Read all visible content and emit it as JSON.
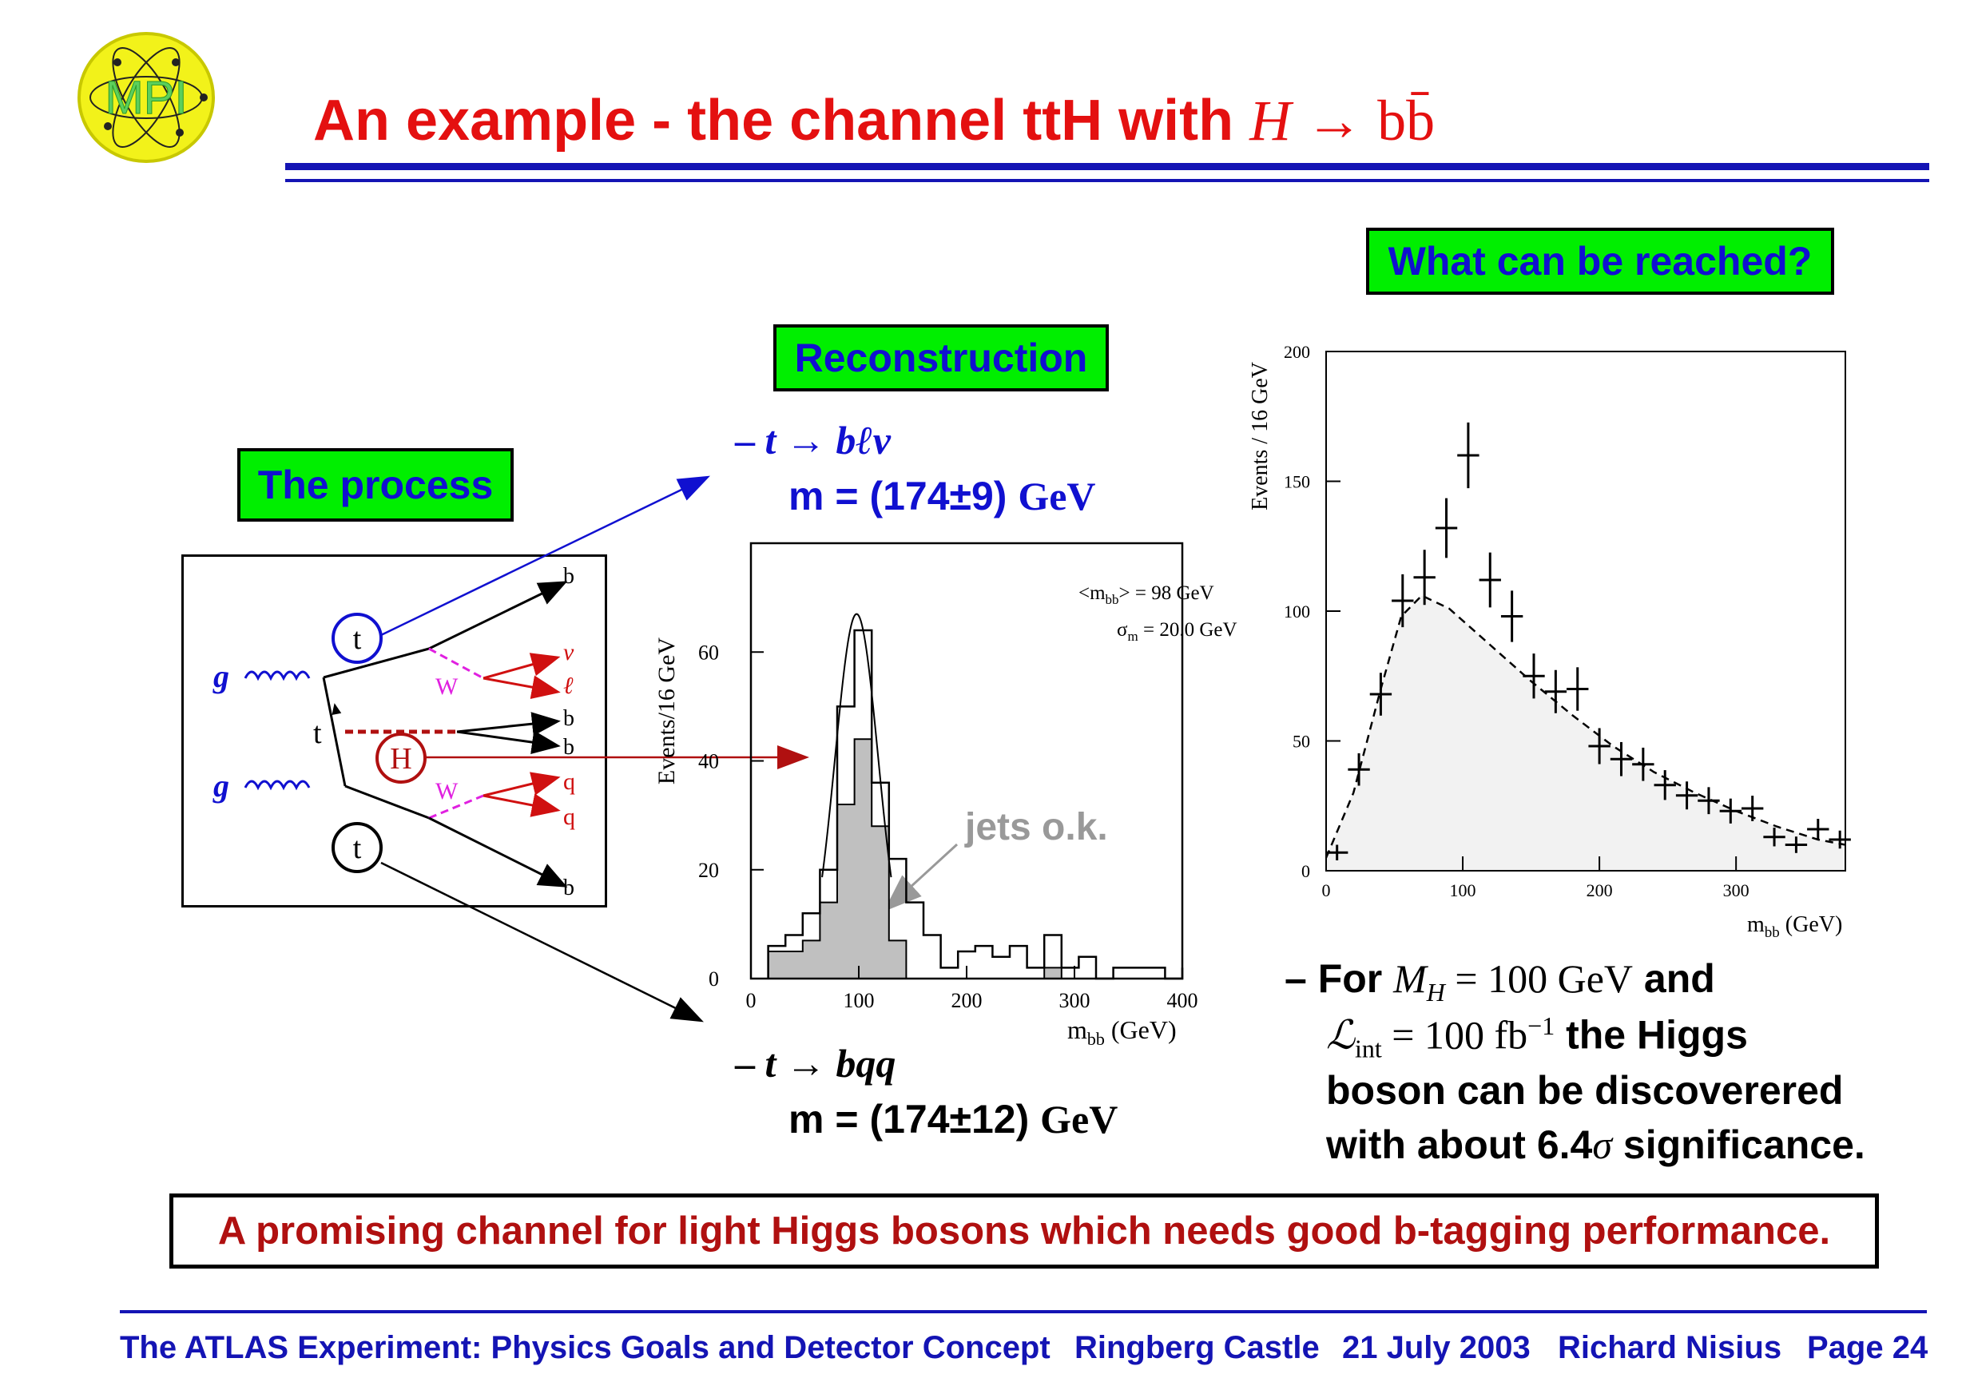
{
  "logo": {
    "text": "MPI",
    "icon": "atom-logo-icon"
  },
  "header": {
    "title_text": "An example - the channel ttH with ",
    "title_math_H": "H",
    "title_math_arrow": " → ",
    "title_math_bb": "bb̄"
  },
  "boxes": {
    "process": "The process",
    "reconstruction": "Reconstruction",
    "reach": "What can be reached?"
  },
  "feynman": {
    "gluon": "g",
    "top": "t",
    "higgs": "H",
    "w": "W",
    "b": "b",
    "nu": "ν",
    "lepton": "ℓ",
    "q": "q"
  },
  "reco": {
    "decay1_prefix": "– ",
    "decay1": "t → bℓν",
    "mass1": "m = (174±9) ",
    "mass_unit": "GeV",
    "decay2_prefix": "– ",
    "decay2": "t → bqq",
    "mass2": "m = (174±12) ",
    "jets_note": "jets o.k."
  },
  "chart_data": [
    {
      "type": "bar",
      "ylabel": "Events/16 GeV",
      "xlabel": "m",
      "xlabel_sub": "bb",
      "xlabel_unit": " (GeV)",
      "xlim": [
        0,
        400
      ],
      "ylim": [
        0,
        80
      ],
      "xticks": [
        "0",
        "100",
        "200",
        "300",
        "400"
      ],
      "yticks": [
        "0",
        "20",
        "40",
        "60"
      ],
      "annotation1_pre": "<m",
      "annotation1_sub": "bb",
      "annotation1_post": "> = 98 GeV",
      "annotation2_pre": "σ",
      "annotation2_sub": "m",
      "annotation2_post": " = 20.0 GeV",
      "bin_edges": [
        16,
        32,
        48,
        64,
        80,
        96,
        112,
        128,
        144,
        160,
        176,
        192,
        208,
        224,
        240,
        256,
        272,
        288,
        304,
        320,
        336,
        352,
        368,
        384,
        400,
        416
      ],
      "series": [
        {
          "values": [
            6,
            8,
            12,
            20,
            50,
            64,
            36,
            22,
            14,
            8,
            2,
            5,
            6,
            4,
            6,
            2,
            8,
            2,
            4,
            0,
            2,
            2,
            2,
            0,
            2
          ]
        },
        {
          "values": [
            5,
            5,
            7,
            14,
            32,
            44,
            28,
            7,
            0,
            0,
            0,
            0,
            0,
            0,
            0,
            0,
            2,
            0,
            0,
            0,
            0,
            0,
            0,
            0,
            0
          ]
        }
      ],
      "fit_gaussian": {
        "mean": 98,
        "sigma": 20.0,
        "peak": 67
      }
    },
    {
      "type": "scatter",
      "ylabel": "Events / 16 GeV",
      "xlabel": "m",
      "xlabel_sub": "bb",
      "xlabel_unit": " (GeV)",
      "xlim": [
        0,
        380
      ],
      "ylim": [
        0,
        200
      ],
      "xticks": [
        "0",
        "100",
        "200",
        "300"
      ],
      "yticks": [
        "0",
        "50",
        "100",
        "150",
        "200"
      ],
      "x": [
        8,
        24,
        40,
        56,
        72,
        88,
        104,
        120,
        136,
        152,
        168,
        184,
        200,
        216,
        232,
        248,
        264,
        280,
        296,
        312,
        328,
        344,
        360,
        376
      ],
      "y": [
        7,
        39,
        68,
        104,
        113,
        132,
        160,
        112,
        98,
        75,
        69,
        70,
        48,
        43,
        41,
        33,
        29,
        27,
        23,
        24,
        13,
        10,
        16,
        12
      ],
      "background_curve": [
        [
          0,
          5
        ],
        [
          20,
          30
        ],
        [
          40,
          70
        ],
        [
          55,
          98
        ],
        [
          70,
          106
        ],
        [
          90,
          101
        ],
        [
          120,
          87
        ],
        [
          150,
          73
        ],
        [
          180,
          60
        ],
        [
          210,
          48
        ],
        [
          240,
          38
        ],
        [
          270,
          30
        ],
        [
          300,
          23
        ],
        [
          330,
          17
        ],
        [
          360,
          12
        ],
        [
          380,
          10
        ]
      ]
    }
  ],
  "reach": {
    "line1_pre": "– For ",
    "line1_math": "M",
    "line1_math_sub": "H",
    "line1_eq": " = 100 GeV",
    "line1_post": " and",
    "line2_math": "ℒ",
    "line2_math_sub": "int",
    "line2_eq": " = 100 fb",
    "line2_sup": "−1",
    "line2_post": " the Higgs",
    "line3": "boson can be discoverered",
    "line4_pre": "with about 6.4",
    "line4_sigma": "σ",
    "line4_post": " significance."
  },
  "banner": "A promising channel for light Higgs bosons which needs good b-tagging performance.",
  "footer": {
    "talk": "The ATLAS Experiment: Physics Goals and Detector Concept",
    "venue": "Ringberg Castle",
    "date": "21 July 2003",
    "author": "Richard Nisius",
    "page": "Page 24"
  },
  "colors": {
    "title_red": "#e41010",
    "rule_blue": "#1414b4",
    "box_green": "#00ef00",
    "banner_red": "#b01010",
    "higgs_red": "#b01010",
    "w_magenta": "#e020e0"
  }
}
